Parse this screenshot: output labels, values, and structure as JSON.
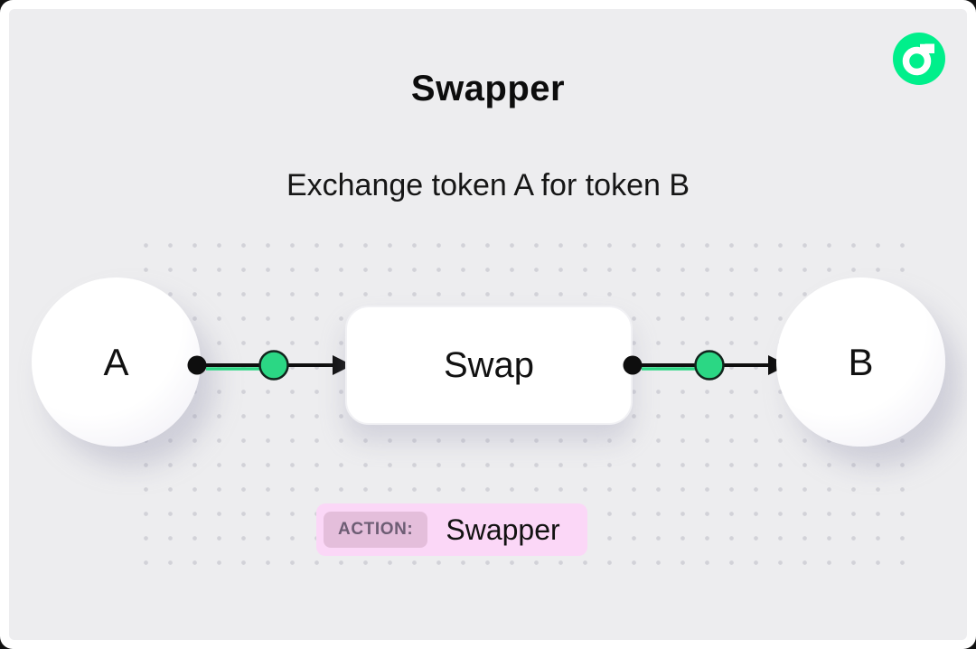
{
  "header": {
    "title": "Swapper",
    "subtitle": "Exchange token A for token B"
  },
  "logo": {
    "icon": "flow-logo",
    "color": "#00ef8b"
  },
  "diagram": {
    "nodes": [
      {
        "id": "a",
        "label": "A",
        "type": "token-circle"
      },
      {
        "id": "swap",
        "label": "Swap",
        "type": "process-box"
      },
      {
        "id": "b",
        "label": "B",
        "type": "token-circle"
      }
    ],
    "edges": [
      {
        "from": "a",
        "to": "swap",
        "style": "dot-port-arrow"
      },
      {
        "from": "swap",
        "to": "b",
        "style": "dot-port-arrow"
      }
    ]
  },
  "action_badge": {
    "label": "ACTION:",
    "value": "Swapper"
  },
  "colors": {
    "background": "#ededef",
    "accent_green": "#2bd784",
    "badge_bg": "#fbd7f7",
    "badge_label_bg": "#e4bedb",
    "text": "#111111"
  }
}
